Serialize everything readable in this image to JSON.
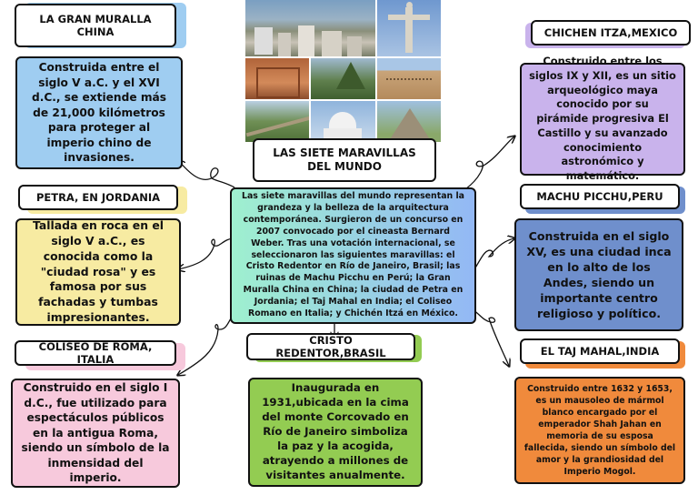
{
  "center": {
    "title": "LAS SIETE MARAVILLAS DEL MUNDO",
    "text": "Las siete maravillas del mundo representan la grandeza y la belleza de la arquitectura contemporánea. Surgieron de un concurso en 2007 convocado por el cineasta Bernard Weber. Tras una votación internacional, se seleccionaron las siguientes maravillas: el Cristo Redentor en Río de Janeiro, Brasil; las ruinas de Machu Picchu en Perú; la Gran Muralla China en China; la ciudad de Petra en Jordania; el Taj Mahal en India; el Coliseo Romano en Italia; y Chichén Itzá en México."
  },
  "wonders": [
    {
      "title": "LA GRAN MURALLA CHINA",
      "text": "Construida entre el siglo V a.C. y el XVI d.C., se extiende más de 21,000 kilómetros para proteger al imperio chino de invasiones.",
      "color": "#9fcdf1"
    },
    {
      "title": "PETRA, EN JORDANIA",
      "text": "Tallada en roca en el siglo V a.C., es conocida como la \"ciudad rosa\" y es famosa por sus fachadas y tumbas impresionantes.",
      "color": "#f7eba2"
    },
    {
      "title": "COLISEO DE ROMA, ITALIA",
      "text": "Construido en el siglo I d.C., fue utilizado para espectáculos públicos en la antigua Roma, siendo un símbolo de la inmensidad del imperio.",
      "color": "#f7c9dc"
    },
    {
      "title": "CRISTO REDENTOR,BRASIL",
      "text": "Inaugurada en 1931,ubicada en la cima del monte Corcovado en Río de Janeiro simboliza la paz y la acogida, atrayendo a millones de visitantes anualmente.",
      "color": "#93cc52"
    },
    {
      "title": "CHICHEN ITZA,MEXICO",
      "text": "Construido entre los siglos IX y XII, es un sitio arqueológico maya conocido por su pirámide progresiva El Castillo y su avanzado conocimiento astronómico y matemático.",
      "color": "#c9b3ec"
    },
    {
      "title": "MACHU PICCHU,PERU",
      "text": "Construida en el siglo XV, es una ciudad inca en lo alto de los Andes, siendo un importante centro religioso y político.",
      "color": "#6f8fcc"
    },
    {
      "title": "EL TAJ MAHAL,INDIA",
      "text": "Construido entre 1632 y 1653, es un mausoleo de mármol blanco encargado por el emperador Shah Jahan en memoria de su esposa fallecida, siendo un símbolo del amor y la grandiosidad del Imperio Mogol.",
      "color": "#f08a3c"
    }
  ],
  "colors": {
    "center_gradient_start": "#9ff0cf",
    "center_gradient_end": "#93b8f5",
    "border": "#111111"
  }
}
